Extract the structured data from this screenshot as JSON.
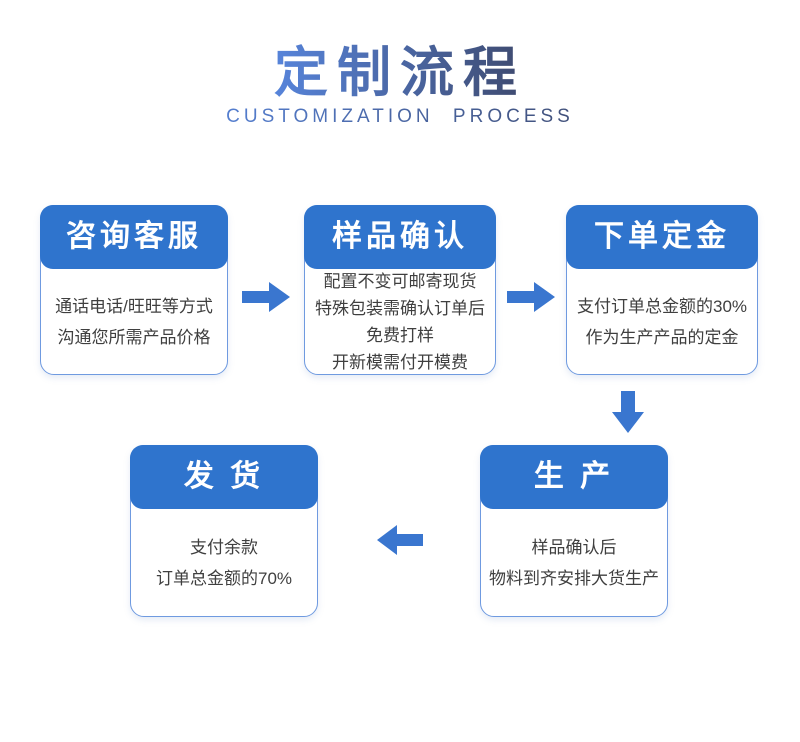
{
  "page": {
    "title": "定制流程",
    "subtitle": "CUSTOMIZATION PROCESS"
  },
  "colors": {
    "header_blue": "#2f74cd",
    "arrow_blue": "#3a76cf",
    "card_border": "#6f9ae0",
    "title_gradient_start": "#5a8ce9",
    "title_gradient_end": "#3b4260",
    "body_text": "#3f3f3f"
  },
  "steps": [
    {
      "title": "咨询客服",
      "lines": [
        "通话电话/旺旺等方式",
        "沟通您所需产品价格"
      ]
    },
    {
      "title": "样品确认",
      "lines": [
        "配置不变可邮寄现货",
        "特殊包装需确认订单后",
        "免费打样",
        "开新模需付开模费"
      ]
    },
    {
      "title": "下单定金",
      "lines": [
        "支付订单总金额的30%",
        "作为生产产品的定金"
      ]
    },
    {
      "title": "生 产",
      "lines": [
        "样品确认后",
        "物料到齐安排大货生产"
      ]
    },
    {
      "title": "发 货",
      "lines": [
        "支付余款",
        "订单总金额的70%"
      ]
    }
  ]
}
